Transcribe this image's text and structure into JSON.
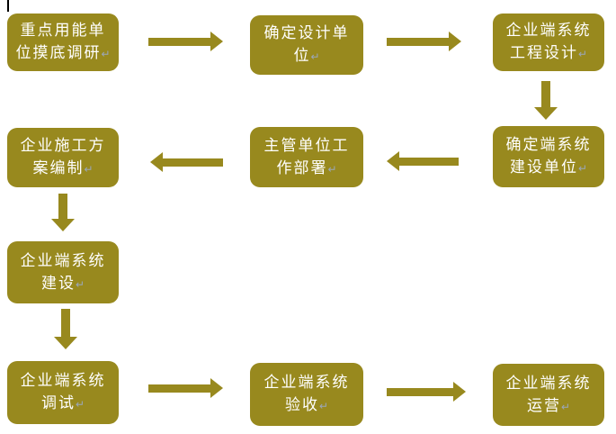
{
  "colors": {
    "node-fill": "#98891E",
    "node-text": "#FFFFFF",
    "return-mark": "#9BA7BB",
    "cursor": "#000000",
    "background": "#FFFFFF"
  },
  "diagram": {
    "type": "flowchart",
    "return_mark": "↵",
    "nodes": [
      {
        "id": "key-energy-survey",
        "text": "重点用能单位摸底调研",
        "line1": "重点用能单",
        "line2": "位摸底调研"
      },
      {
        "id": "confirm-design-unit",
        "text": "确定设计单位",
        "line1": "确定设计单",
        "line2": "位"
      },
      {
        "id": "enterprise-system-engineering-design",
        "text": "企业端系统工程设计",
        "line1": "企业端系统",
        "line2": "工程设计"
      },
      {
        "id": "confirm-system-construction-unit",
        "text": "确定端系统建设单位",
        "line1": "确定端系统",
        "line2": "建设单位"
      },
      {
        "id": "authority-work-deployment",
        "text": "主管单位工作部署",
        "line1": "主管单位工",
        "line2": "作部署"
      },
      {
        "id": "enterprise-construction-plan",
        "text": "企业施工方案编制",
        "line1": "企业施工方",
        "line2": "案编制"
      },
      {
        "id": "enterprise-system-construction",
        "text": "企业端系统建设",
        "line1": "企业端系统",
        "line2": "建设"
      },
      {
        "id": "enterprise-system-debugging",
        "text": "企业端系统调试",
        "line1": "企业端系统",
        "line2": "调试"
      },
      {
        "id": "enterprise-system-acceptance",
        "text": "企业端系统验收",
        "line1": "企业端系统",
        "line2": "验收"
      },
      {
        "id": "enterprise-system-operation",
        "text": "企业端系统运营",
        "line1": "企业端系统",
        "line2": "运营"
      }
    ],
    "arrows": [
      {
        "direction": "right",
        "from": "key-energy-survey",
        "to": "confirm-design-unit"
      },
      {
        "direction": "right",
        "from": "confirm-design-unit",
        "to": "enterprise-system-engineering-design"
      },
      {
        "direction": "down",
        "from": "enterprise-system-engineering-design",
        "to": "confirm-system-construction-unit"
      },
      {
        "direction": "left",
        "from": "confirm-system-construction-unit",
        "to": "authority-work-deployment"
      },
      {
        "direction": "left",
        "from": "authority-work-deployment",
        "to": "enterprise-construction-plan"
      },
      {
        "direction": "down",
        "from": "enterprise-construction-plan",
        "to": "enterprise-system-construction"
      },
      {
        "direction": "down",
        "from": "enterprise-system-construction",
        "to": "enterprise-system-debugging"
      },
      {
        "direction": "right",
        "from": "enterprise-system-debugging",
        "to": "enterprise-system-acceptance"
      },
      {
        "direction": "right",
        "from": "enterprise-system-acceptance",
        "to": "enterprise-system-operation"
      }
    ]
  }
}
